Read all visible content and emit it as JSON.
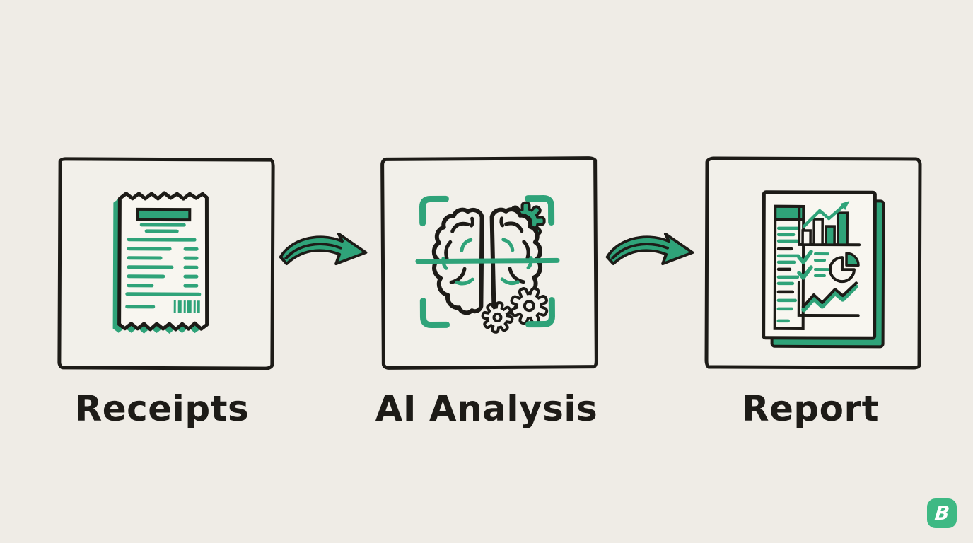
{
  "meta": {
    "background_color": "#EFECE6",
    "ink_color": "#1D1B17",
    "accent_green": "#2FA379",
    "paper_color": "#F8F6F0",
    "description": "Hand-drawn whiteboard style flow diagram with three steps connected by curved arrows"
  },
  "diagram": {
    "steps": [
      {
        "label": "Receipts",
        "icon": "receipt-icon"
      },
      {
        "label": "AI Analysis",
        "icon": "brain-scan-icon"
      },
      {
        "label": "Report",
        "icon": "report-document-icon"
      }
    ],
    "connector_icon": "curved-arrow-right-icon",
    "flow": "Receipts -> AI Analysis -> Report"
  },
  "logo": {
    "letter": "B",
    "bg_color": "#3EB984",
    "text_color": "#FFFFFF"
  }
}
